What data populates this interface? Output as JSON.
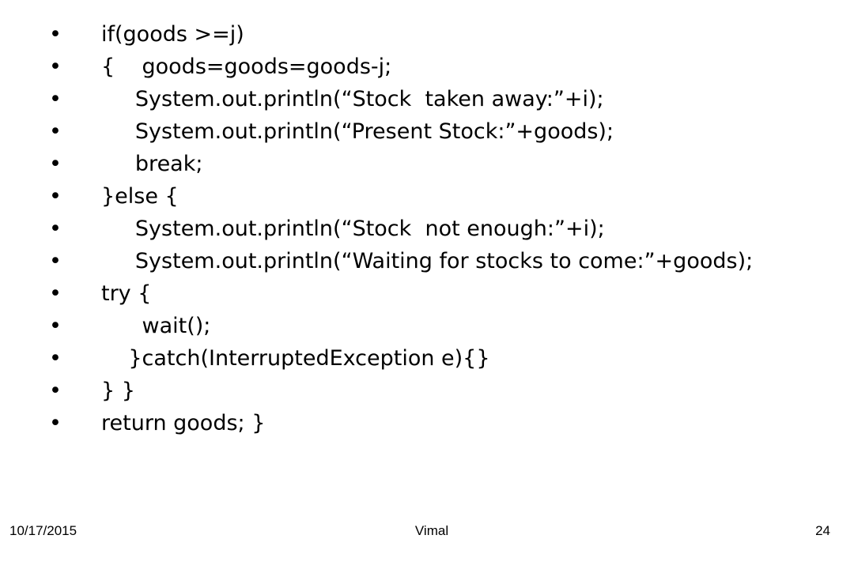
{
  "slide": {
    "lines": [
      "if(goods >=j)",
      "{    goods=goods=goods-j;",
      "     System.out.println(“Stock  taken away:”+i);",
      "     System.out.println(“Present Stock:”+goods);",
      "     break;",
      "}else {",
      "     System.out.println(“Stock  not enough:”+i);",
      "     System.out.println(“Waiting for stocks to come:”+goods);",
      "try {",
      "      wait();",
      "    }catch(InterruptedException e){}",
      "} }",
      "return goods; }"
    ],
    "bullet_glyph": "•"
  },
  "footer": {
    "date": "10/17/2015",
    "author": "Vimal",
    "page": "24"
  }
}
